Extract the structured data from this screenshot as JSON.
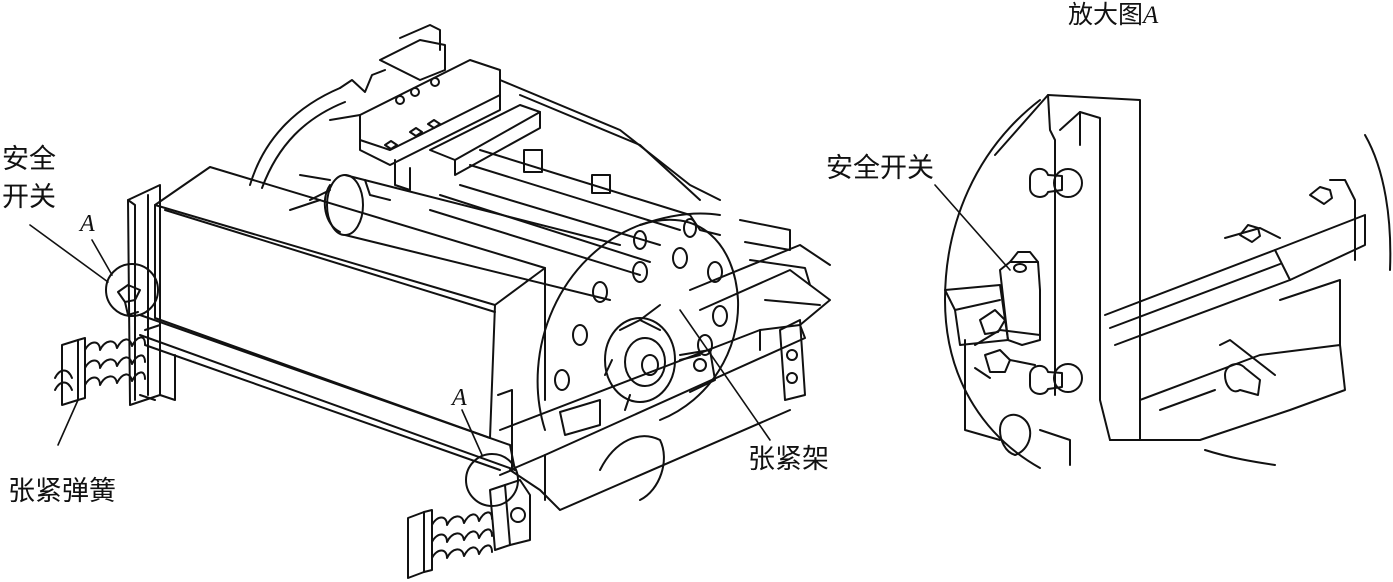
{
  "labels": {
    "safety_switch_left_line1": "安全",
    "safety_switch_left_line2": "开关",
    "marker_a_upper": "A",
    "marker_a_lower": "A",
    "tension_spring": "张紧弹簧",
    "tension_frame": "张紧架",
    "zoom_title_prefix": "放大图",
    "zoom_title_letter": "A",
    "safety_switch_zoom": "安全开关"
  },
  "colors": {
    "line": "#111111",
    "background": "#ffffff"
  }
}
